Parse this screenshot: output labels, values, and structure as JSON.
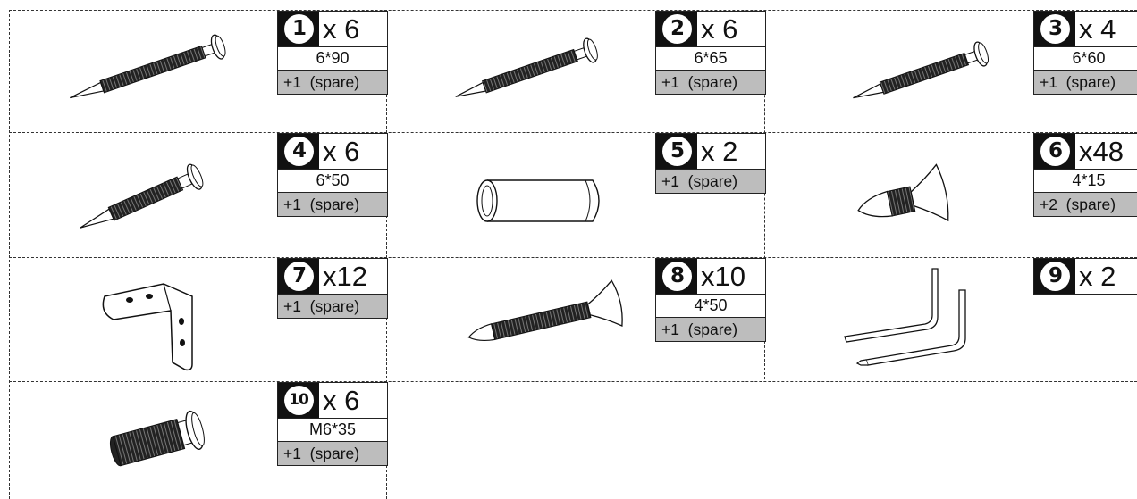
{
  "parts": [
    {
      "number": "1",
      "quantity": "x 6",
      "size": "6*90",
      "spare": "+1  (spare)",
      "icon": "long-screw-icon"
    },
    {
      "number": "2",
      "quantity": "x 6",
      "size": "6*65",
      "spare": "+1  (spare)",
      "icon": "screw-icon"
    },
    {
      "number": "3",
      "quantity": "x 4",
      "size": "6*60",
      "spare": "+1  (spare)",
      "icon": "screw-icon"
    },
    {
      "number": "4",
      "quantity": "x 6",
      "size": "6*50",
      "spare": "+1  (spare)",
      "icon": "short-screw-icon"
    },
    {
      "number": "5",
      "quantity": "x 2",
      "spare": "+1  (spare)",
      "icon": "wooden-dowel-icon"
    },
    {
      "number": "6",
      "quantity": "x48",
      "size": "4*15",
      "spare": "+2  (spare)",
      "icon": "small-screw-icon"
    },
    {
      "number": "7",
      "quantity": "x12",
      "spare": "+1  (spare)",
      "icon": "l-bracket-icon"
    },
    {
      "number": "8",
      "quantity": "x10",
      "size": "4*50",
      "spare": "+1  (spare)",
      "icon": "wood-screw-icon"
    },
    {
      "number": "9",
      "quantity": "x 2",
      "icon": "allen-key-icon"
    },
    {
      "number": "10",
      "quantity": "x 6",
      "size": "M6*35",
      "spare": "+1  (spare)",
      "icon": "bolt-icon"
    }
  ]
}
